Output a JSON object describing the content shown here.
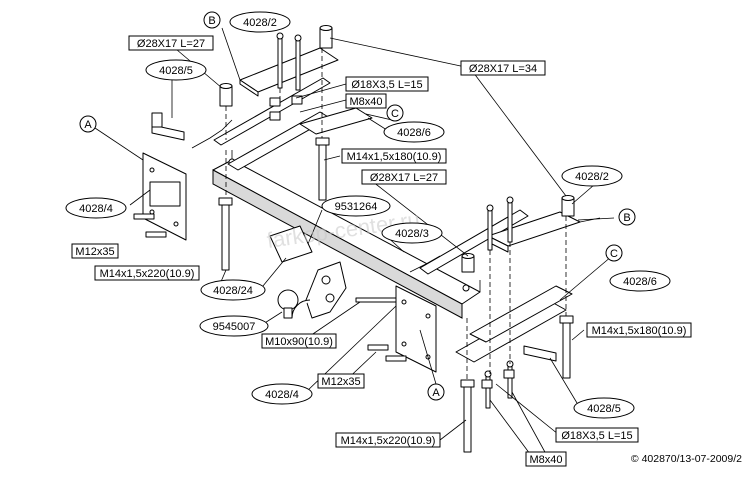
{
  "labels": {
    "ref_4028_2_top": "4028/2",
    "ref_4028_2_right": "4028/2",
    "ref_4028_5_left": "4028/5",
    "ref_4028_5_right": "4028/5",
    "ref_4028_6_top": "4028/6",
    "ref_4028_6_right": "4028/6",
    "ref_4028_4_left": "4028/4",
    "ref_4028_4_bottom": "4028/4",
    "ref_4028_3": "4028/3",
    "ref_4028_24": "4028/24",
    "ref_9531264": "9531264",
    "ref_9545007": "9545007",
    "spacer_28x17_l27_top": "Ø28X17 L=27",
    "spacer_28x17_l27_mid": "Ø28X17 L=27",
    "spacer_28x17_l34": "Ø28X17 L=34",
    "washer_18x3_top": "Ø18X3,5 L=15",
    "washer_18x3_bottom": "Ø18X3,5 L=15",
    "nut_m8x40_top": "M8x40",
    "nut_m8x40_bottom": "M8x40",
    "bolt_m14_180_top": "M14x1,5x180(10.9)",
    "bolt_m14_180_right": "M14x1,5x180(10.9)",
    "bolt_m14_220_left": "M14x1,5x220(10.9)",
    "bolt_m14_220_bottom": "M14x1,5x220(10.9)",
    "bolt_m12x35_left": "M12x35",
    "bolt_m12x35_bottom": "M12x35",
    "bolt_m10x90": "M10x90(10.9)",
    "callout_a_left": "A",
    "callout_a_bottom": "A",
    "callout_b_top": "B",
    "callout_b_right": "B",
    "callout_c_top": "C",
    "callout_c_right": "C",
    "watermark": "farkop-center.ru",
    "copyright": "© 402870/13-07-2009/2"
  }
}
